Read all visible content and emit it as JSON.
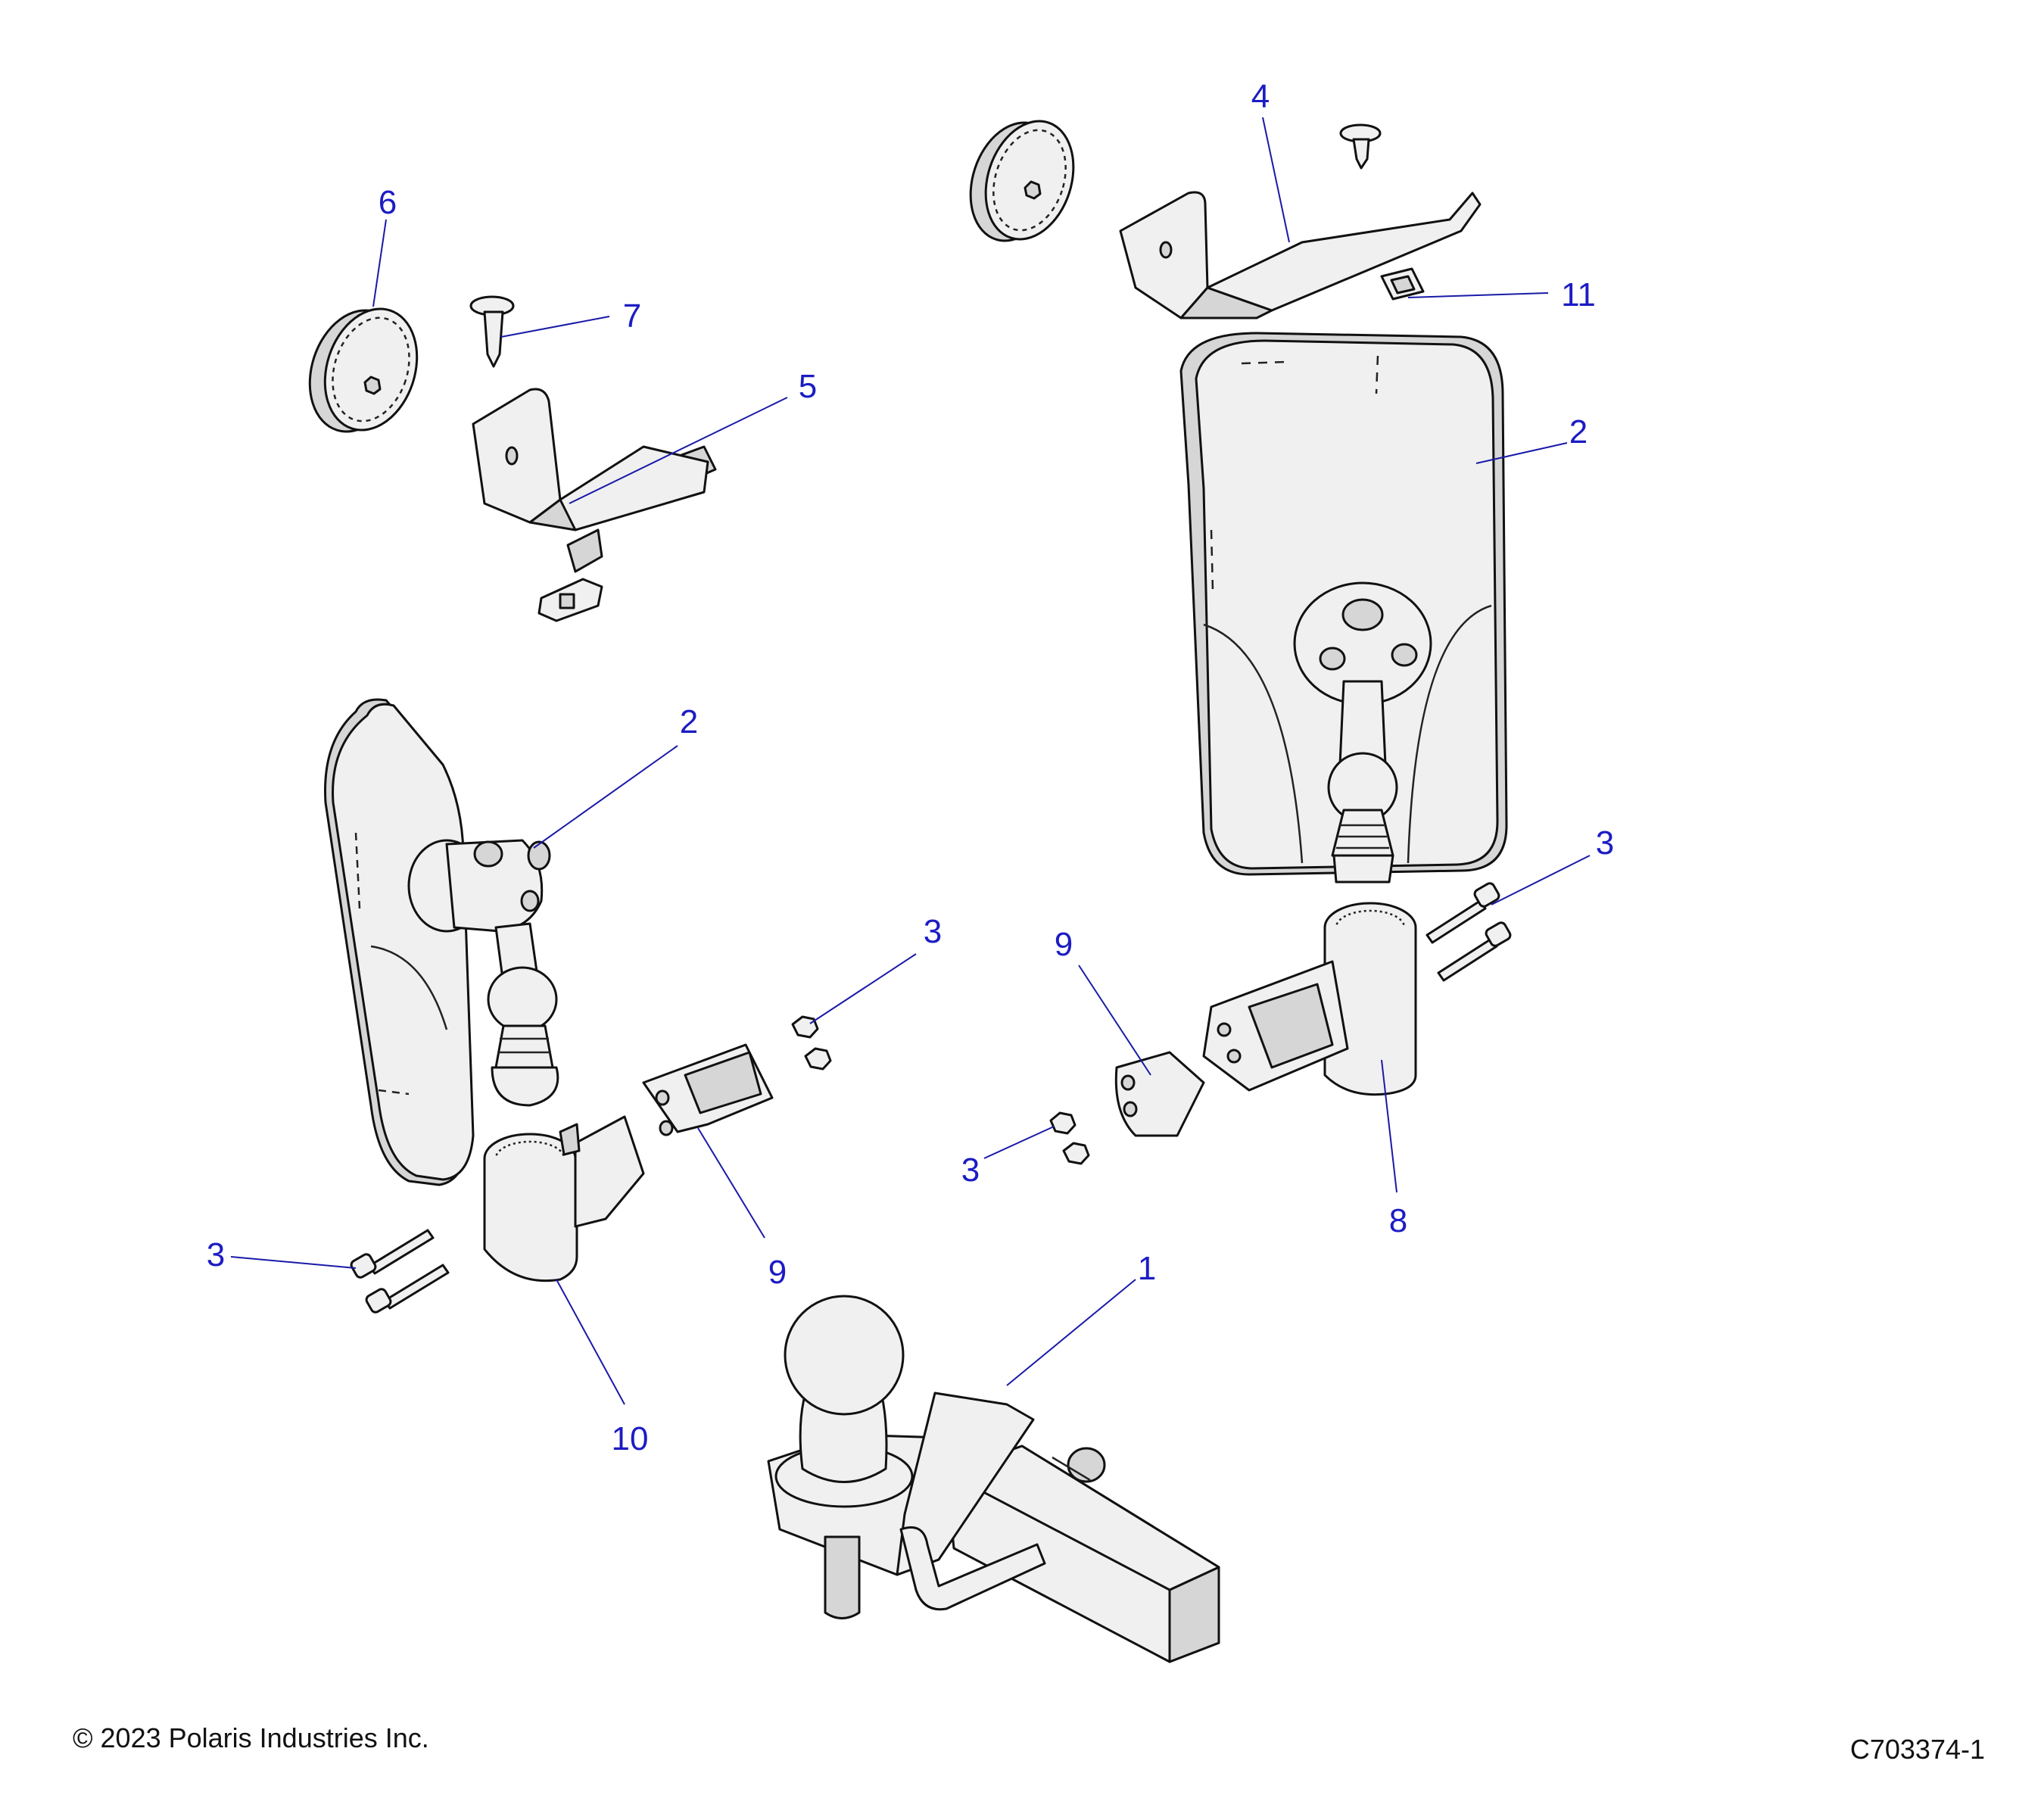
{
  "callouts": {
    "c1": "1",
    "c2_upper": "2",
    "c2_lower": "2",
    "c3_upper_right": "3",
    "c3_left_nuts": "3",
    "c3_right_nuts": "3",
    "c3_left_bolts": "3",
    "c4": "4",
    "c5": "5",
    "c6": "6",
    "c7": "7",
    "c8": "8",
    "c9_left": "9",
    "c9_right": "9",
    "c10": "10",
    "c11": "11"
  },
  "footer": {
    "copyright": "© 2023 Polaris Industries Inc.",
    "figure_id": "C703374-1"
  }
}
